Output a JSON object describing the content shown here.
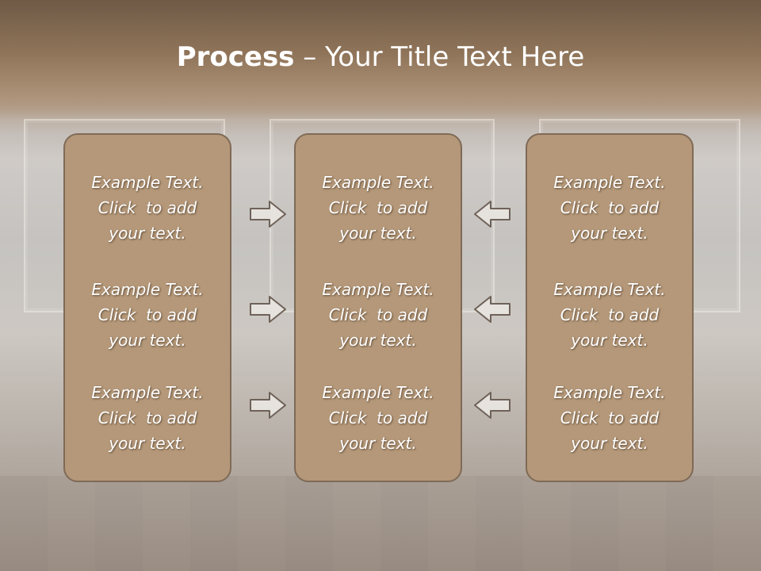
{
  "title": {
    "bold": "Process",
    "rest": " – Your Title Text Here"
  },
  "columns": [
    {
      "items": [
        {
          "l1": "Example Text.",
          "l2": "Click  to add",
          "l3": "your text."
        },
        {
          "l1": "Example Text.",
          "l2": "Click  to add",
          "l3": "your text."
        },
        {
          "l1": "Example Text.",
          "l2": "Click  to add",
          "l3": "your text."
        }
      ]
    },
    {
      "items": [
        {
          "l1": "Example Text.",
          "l2": "Click  to add",
          "l3": "your text."
        },
        {
          "l1": "Example Text.",
          "l2": "Click  to add",
          "l3": "your text."
        },
        {
          "l1": "Example Text.",
          "l2": "Click  to add",
          "l3": "your text."
        }
      ]
    },
    {
      "items": [
        {
          "l1": "Example Text.",
          "l2": "Click  to add",
          "l3": "your text."
        },
        {
          "l1": "Example Text.",
          "l2": "Click  to add",
          "l3": "your text."
        },
        {
          "l1": "Example Text.",
          "l2": "Click  to add",
          "l3": "your text."
        }
      ]
    }
  ],
  "arrows": {
    "left_group": "arrow-right-icon",
    "right_group": "arrow-left-icon"
  },
  "colors": {
    "card_fill": "#b49879",
    "card_border": "#7f6a57",
    "title_band": "#8f7459",
    "arrow_fill": "#e6e2dd",
    "arrow_stroke": "#6e6259"
  }
}
